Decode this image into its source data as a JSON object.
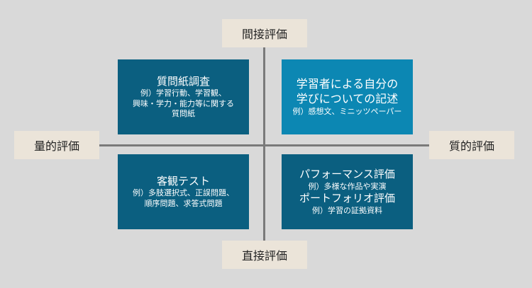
{
  "axes": {
    "top": "間接評価",
    "bottom": "直接評価",
    "left": "量的評価",
    "right": "質的評価"
  },
  "quadrants": {
    "top_left": {
      "title": "質問紙調査",
      "lines": [
        "例）学習行動、学習観、",
        "興味・学力・能力等に関する",
        "質問紙"
      ]
    },
    "top_right": {
      "title_lines": [
        "学習者による自分の",
        "学びについての記述"
      ],
      "example": "例）感想文、ミニッツペーパー"
    },
    "bottom_left": {
      "title": "客観テスト",
      "lines": [
        "例）多肢選択式、正誤問題、",
        "順序問題、求答式問題"
      ]
    },
    "bottom_right": {
      "title1": "パフォーマンス評価",
      "example1": "例）多様な作品や実演",
      "title2": "ポートフォリオ評価",
      "example2": "例）学習の証拠資料"
    }
  },
  "colors": {
    "dark": "#0b5f80",
    "light": "#0c87b3",
    "label_bg": "#ebe4d9"
  }
}
